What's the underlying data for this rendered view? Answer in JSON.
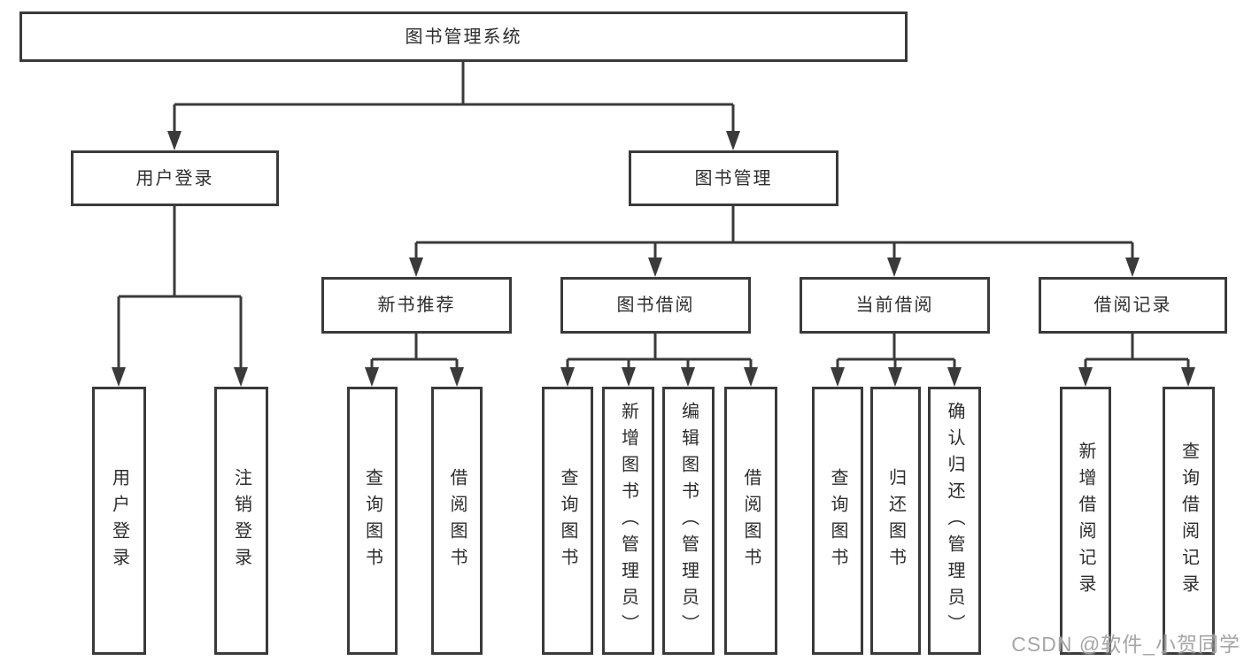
{
  "watermark": "CSDN @软件_小贺同学",
  "colors": {
    "line": "#3a3a3a",
    "box_border": "#3a3a3a",
    "text": "#2d2d2d",
    "watermark": "#9e9e9e",
    "background": "#ffffff"
  },
  "tree": {
    "label": "图书管理系统",
    "children": [
      {
        "label": "用户登录",
        "children": [
          {
            "label": "用户登录"
          },
          {
            "label": "注销登录"
          }
        ]
      },
      {
        "label": "图书管理",
        "children": [
          {
            "label": "新书推荐",
            "children": [
              {
                "label": "查询图书"
              },
              {
                "label": "借阅图书"
              }
            ]
          },
          {
            "label": "图书借阅",
            "children": [
              {
                "label": "查询图书"
              },
              {
                "label": "新增图书（管理员）"
              },
              {
                "label": "编辑图书（管理员）"
              },
              {
                "label": "借阅图书"
              }
            ]
          },
          {
            "label": "当前借阅",
            "children": [
              {
                "label": "查询图书"
              },
              {
                "label": "归还图书"
              },
              {
                "label": "确认归还（管理员）"
              }
            ]
          },
          {
            "label": "借阅记录",
            "children": [
              {
                "label": "新增借阅记录"
              },
              {
                "label": "查询借阅记录"
              }
            ]
          }
        ]
      }
    ]
  }
}
